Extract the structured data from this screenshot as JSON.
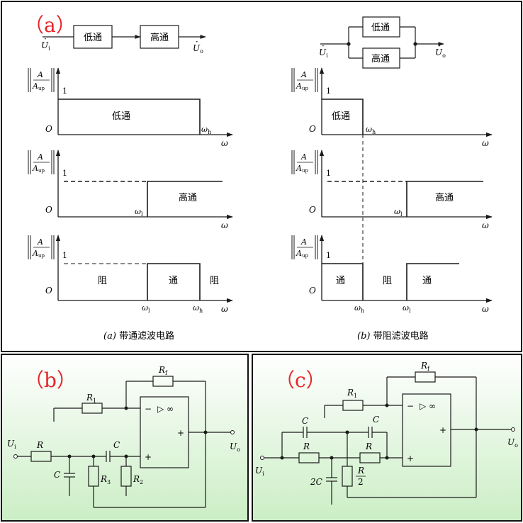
{
  "panel_a": {
    "tag": "（a）",
    "chain": {
      "input": "U",
      "input_sub": "i",
      "block1": "低通",
      "block2": "高通",
      "output": "U",
      "output_sub": "o"
    },
    "parallel": {
      "input": "U",
      "input_sub": "i",
      "block1": "低通",
      "block2": "高通",
      "output": "U",
      "output_sub": "o"
    },
    "ylabel": {
      "num": "A",
      "den": "A",
      "den_sub": "up"
    },
    "y_one": "1",
    "origin": "O",
    "x_axis": "ω",
    "omega_h": "ω",
    "omega_h_sub": "h",
    "omega_l": "ω",
    "omega_l_sub": "l",
    "left_plots": {
      "lowpass": "低通",
      "highpass": "高通",
      "stop1": "阻",
      "pass": "通",
      "stop2": "阻"
    },
    "right_plots": {
      "lowpass": "低通",
      "highpass": "高通",
      "pass1": "通",
      "stop": "阻",
      "pass2": "通"
    },
    "caption_left_letter": "(a)",
    "caption_left": " 带通滤波电路",
    "caption_right_letter": "(b)",
    "caption_right": " 带阻滤波电路"
  },
  "panel_b": {
    "tag": "（b）",
    "rf": "R",
    "rf_sub": "f",
    "r1": "R",
    "r1_sub": "1",
    "r": "R",
    "c_series": "C",
    "c_shunt": "C",
    "r3": "R",
    "r3_sub": "3",
    "r2": "R",
    "r2_sub": "2",
    "minus": "−",
    "plus": "+",
    "opamp": "▷ ∞",
    "out_plus": "+",
    "input": "U",
    "input_sub": "i",
    "output": "U",
    "output_sub": "o"
  },
  "panel_c": {
    "tag": "（c）",
    "rf": "R",
    "rf_sub": "f",
    "r1": "R",
    "r1_sub": "1",
    "c_left": "C",
    "c_right": "C",
    "r_left": "R",
    "r_right": "R",
    "c_2": "2C",
    "r_half_num": "R",
    "r_half_den": "2",
    "minus": "−",
    "plus": "+",
    "opamp": "▷ ∞",
    "out_plus": "+",
    "input": "U",
    "input_sub": "i",
    "output": "U",
    "output_sub": "o"
  },
  "colors": {
    "tag": "#e8262a",
    "line": "#1a1a1a",
    "green_top": "#ffffff",
    "green_bottom": "#ccefc6"
  }
}
